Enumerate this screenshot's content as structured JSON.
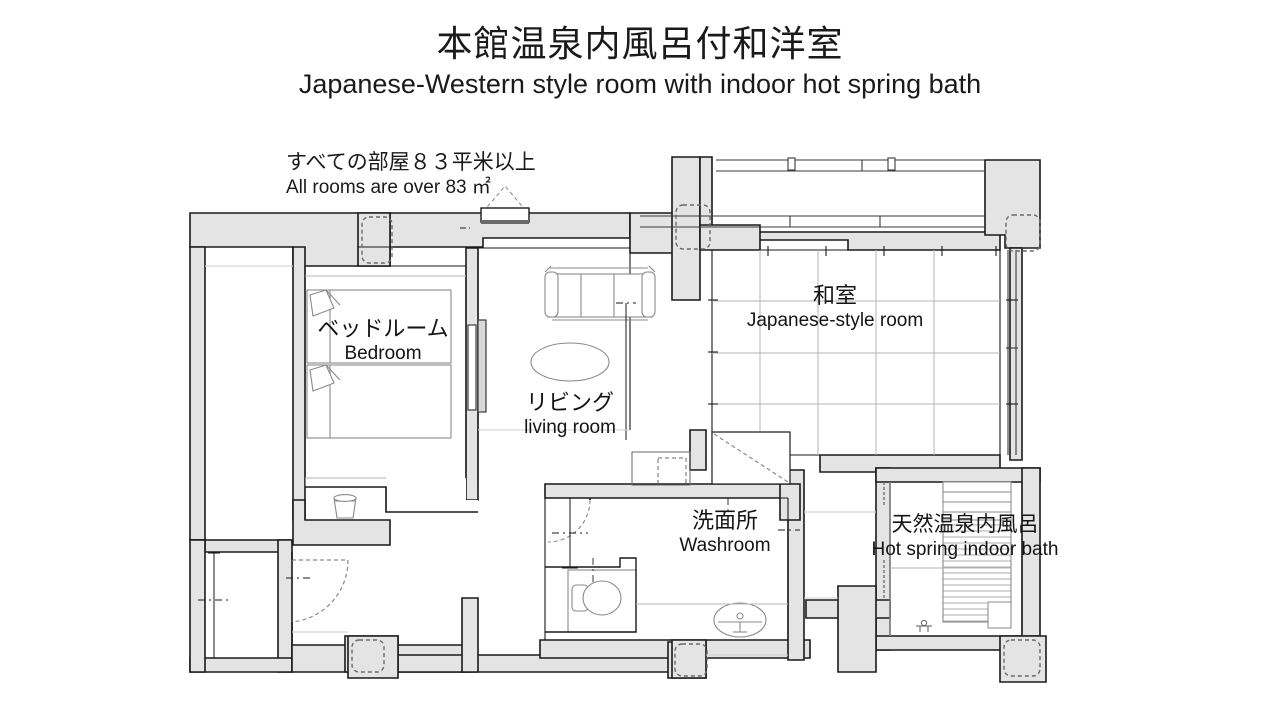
{
  "header": {
    "title_ja": "本館温泉内風呂付和洋室",
    "title_en": "Japanese-Western style room with indoor hot spring bath"
  },
  "area_note": {
    "ja": "すべての部屋８３平米以上",
    "en": "All rooms are over 83 ㎡"
  },
  "rooms": {
    "bedroom": {
      "ja": "ベッドルーム",
      "en": "Bedroom"
    },
    "living": {
      "ja": "リビング",
      "en": "living room"
    },
    "washitsu": {
      "ja": "和室",
      "en": "Japanese-style room"
    },
    "washroom": {
      "ja": "洗面所",
      "en": "Washroom"
    },
    "bath": {
      "ja": "天然温泉内風呂",
      "en": "Hot spring indoor bath"
    }
  },
  "colors": {
    "background": "#ffffff",
    "wall_fill": "#e4e4e4",
    "wall_stroke": "#1a1a1a",
    "furniture_stroke": "#8a8a8a",
    "grid_stroke": "#b4b4b4",
    "text": "#141414"
  },
  "figure": {
    "type": "floor-plan",
    "fixtures": [
      "bed-single-left",
      "bed-single-right",
      "bedroom-stool",
      "closet-bedroom-north",
      "sofa-three-seat",
      "coffee-table-oval",
      "tatami-grid",
      "toilet",
      "washbasin",
      "bathtub",
      "entrance-door-swing",
      "washroom-door-swing",
      "sliding-doors-north",
      "sliding-doors-east"
    ]
  }
}
